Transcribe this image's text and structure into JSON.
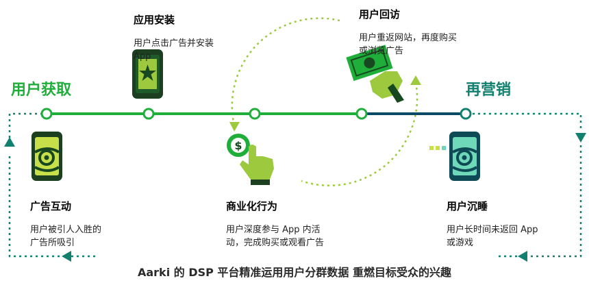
{
  "phases": {
    "acquisition": "用户获取",
    "remarketing": "再营销"
  },
  "stages": {
    "install": {
      "title": "应用安装",
      "desc_lines": [
        "用户点击广告并安装",
        "App"
      ]
    },
    "revisit": {
      "title": "用户回访",
      "desc_lines": [
        "用户重返网站，再度购买",
        "或浏览广告"
      ]
    },
    "ad_engage": {
      "title": "广告互动",
      "desc_lines": [
        "用户被引人入胜的",
        "广告所吸引"
      ]
    },
    "commerce": {
      "title": "商业化行为",
      "desc_lines": [
        "用户深度参与 App 内活",
        "动，完成购买或观看广告"
      ]
    },
    "dormant": {
      "title": "用户沉睡",
      "desc_lines": [
        "用户长时间未返回 App",
        "或游戏"
      ]
    }
  },
  "caption": "Aarki 的 DSP 平台精准运用用户分群数据 重燃目标受众的兴趣",
  "colors": {
    "green": "#1fae3a",
    "lime": "#9cc93d",
    "dark_green": "#17481f",
    "teal": "#11806f",
    "navy": "#0d4a66",
    "mint": "#6fd8b8",
    "yellow_green": "#c7e04a"
  },
  "icons": {
    "install": "phone-star-icon",
    "revisit": "hand-cash-icon",
    "ad_engage": "phone-target-icon",
    "commerce": "tap-dollar-icon",
    "dormant": "phone-sleep-icon"
  }
}
